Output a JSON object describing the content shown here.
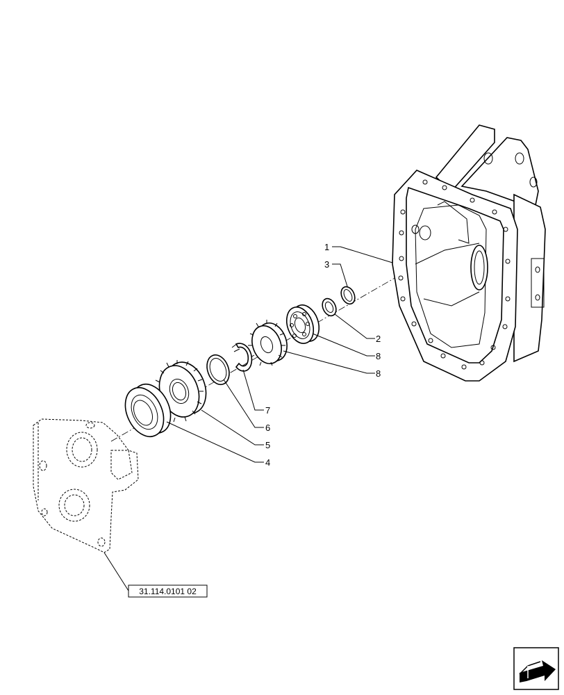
{
  "callouts": [
    {
      "id": "c1",
      "text": "1"
    },
    {
      "id": "c3",
      "text": "3"
    },
    {
      "id": "c2",
      "text": "2"
    },
    {
      "id": "c8a",
      "text": "8"
    },
    {
      "id": "c8b",
      "text": "8"
    },
    {
      "id": "c7",
      "text": "7"
    },
    {
      "id": "c6",
      "text": "6"
    },
    {
      "id": "c5",
      "text": "5"
    },
    {
      "id": "c4",
      "text": "4"
    }
  ],
  "reference": {
    "text": "31.114.0101 02"
  },
  "nav_icon": {
    "icon": "next-page-arrow-icon"
  }
}
